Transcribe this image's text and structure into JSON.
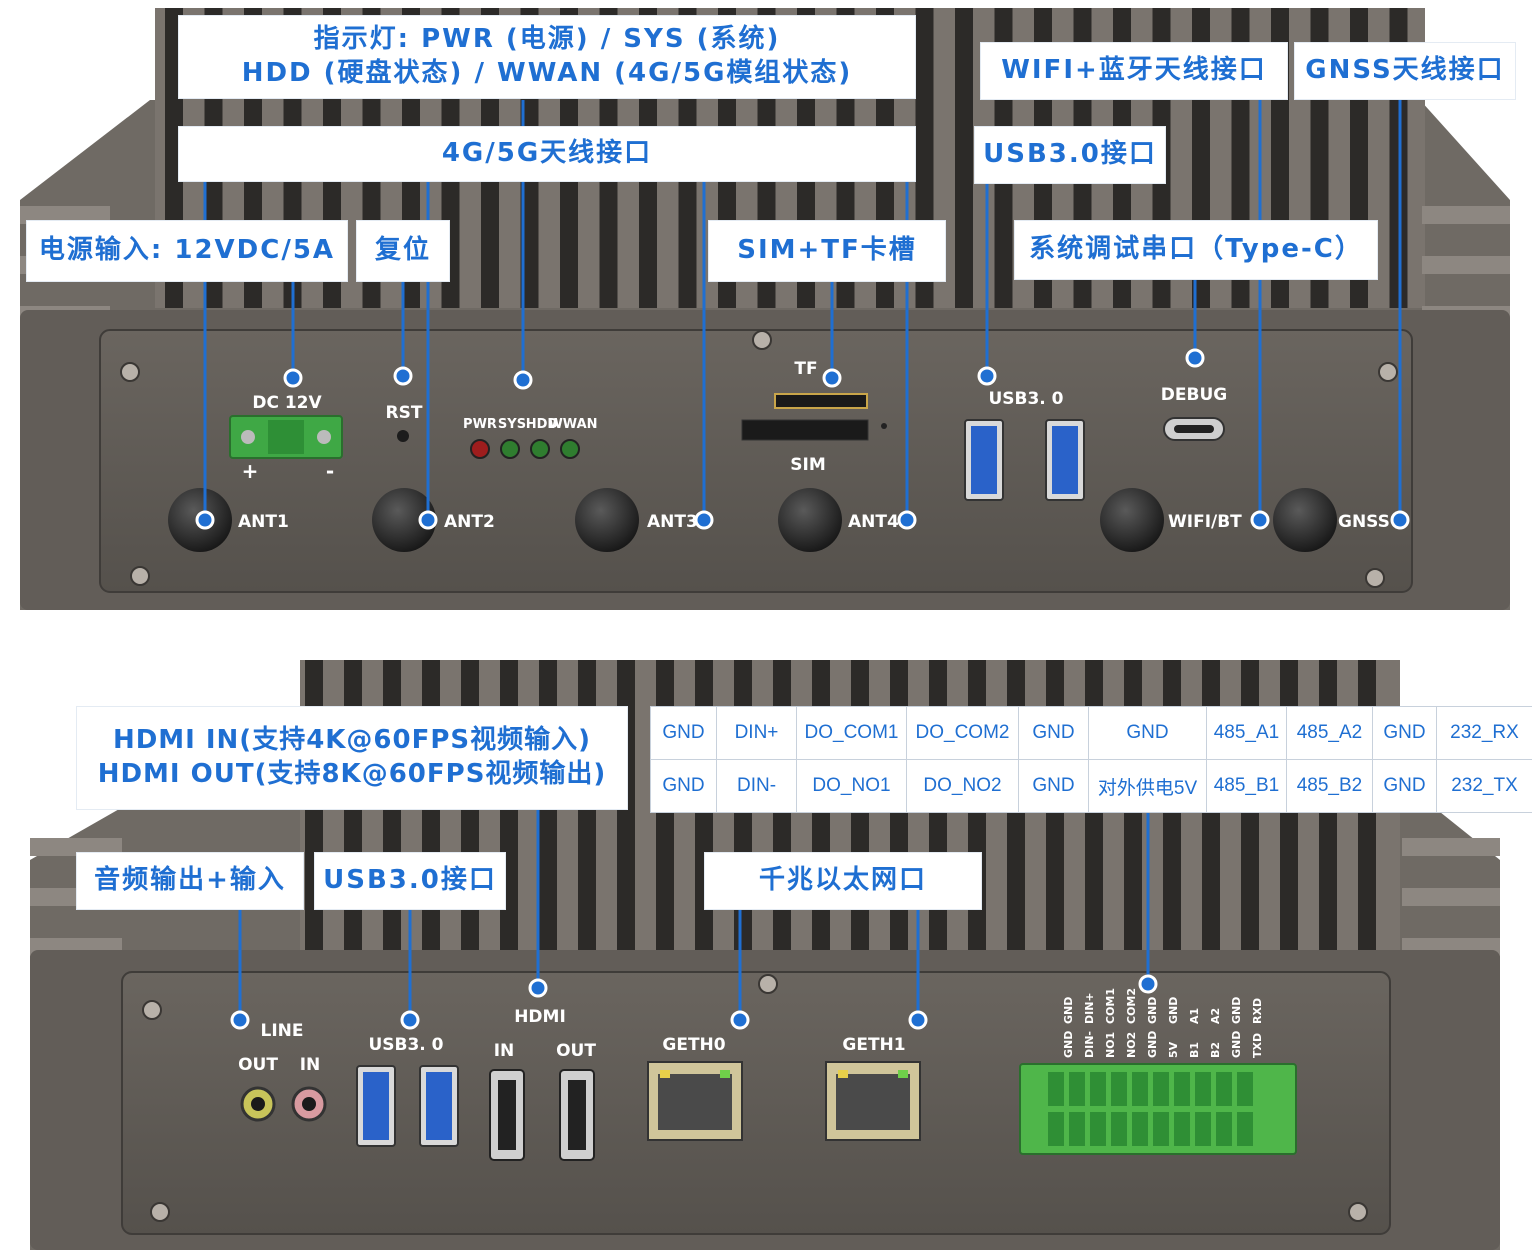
{
  "callouts": {
    "indicator_line1": "指示灯: PWR (电源) / SYS (系统)",
    "indicator_line2": "HDD (硬盘状态) / WWAN (4G/5G模组状态)",
    "wifi_bt_antenna": "WIFI+蓝牙天线接口",
    "gnss_antenna": "GNSS天线接口",
    "cellular_antenna": "4G/5G天线接口",
    "usb30_front": "USB3.0接口",
    "power_input": "电源输入: 12VDC/5A",
    "reset": "复位",
    "sim_tf": "SIM+TF卡槽",
    "debug_port": "系统调试串口（Type-C）",
    "hdmi_line1": "HDMI IN(支持4K@60FPS视频输入)",
    "hdmi_line2": "HDMI OUT(支持8K@60FPS视频输出)",
    "audio": "音频输出+输入",
    "usb30_rear": "USB3.0接口",
    "ethernet": "千兆以太网口"
  },
  "front_panel": {
    "dc_label": "DC 12V",
    "plus": "+",
    "minus": "-",
    "rst": "RST",
    "leds": [
      "PWR",
      "SYS",
      "HDD",
      "WWAN"
    ],
    "tf": "TF",
    "sim": "SIM",
    "usb": "USB3. 0",
    "debug": "DEBUG",
    "antennas": [
      "ANT1",
      "ANT2",
      "ANT3",
      "ANT4",
      "WIFI/BT",
      "GNSS"
    ]
  },
  "rear_panel": {
    "line": "LINE",
    "out": "OUT",
    "in": "IN",
    "usb": "USB3. 0",
    "hdmi": "HDMI",
    "hdmi_in": "IN",
    "hdmi_out": "OUT",
    "geth0": "GETH0",
    "geth1": "GETH1",
    "terminal_top": [
      "GND",
      "DIN+",
      "COM1",
      "COM2",
      "GND",
      "GND",
      "A1",
      "A2",
      "GND",
      "RXD"
    ],
    "terminal_bottom": [
      "GND",
      "DIN-",
      "NO1",
      "NO2",
      "GND",
      "5V",
      "B1",
      "B2",
      "GND",
      "TXD"
    ]
  },
  "pin_table": {
    "row1": [
      "GND",
      "DIN+",
      "DO_COM1",
      "DO_COM2",
      "GND",
      "GND",
      "485_A1",
      "485_A2",
      "GND",
      "232_RX"
    ],
    "row2": [
      "GND",
      "DIN-",
      "DO_NO1",
      "DO_NO2",
      "GND",
      "对外供电5V",
      "485_B1",
      "485_B2",
      "GND",
      "232_TX"
    ]
  },
  "colors": {
    "accent": "#1f6fd2",
    "body": "#6c6660",
    "panel": "#5b5752",
    "usb_blue": "#2a62c9",
    "terminal_green": "#4fb64a"
  }
}
